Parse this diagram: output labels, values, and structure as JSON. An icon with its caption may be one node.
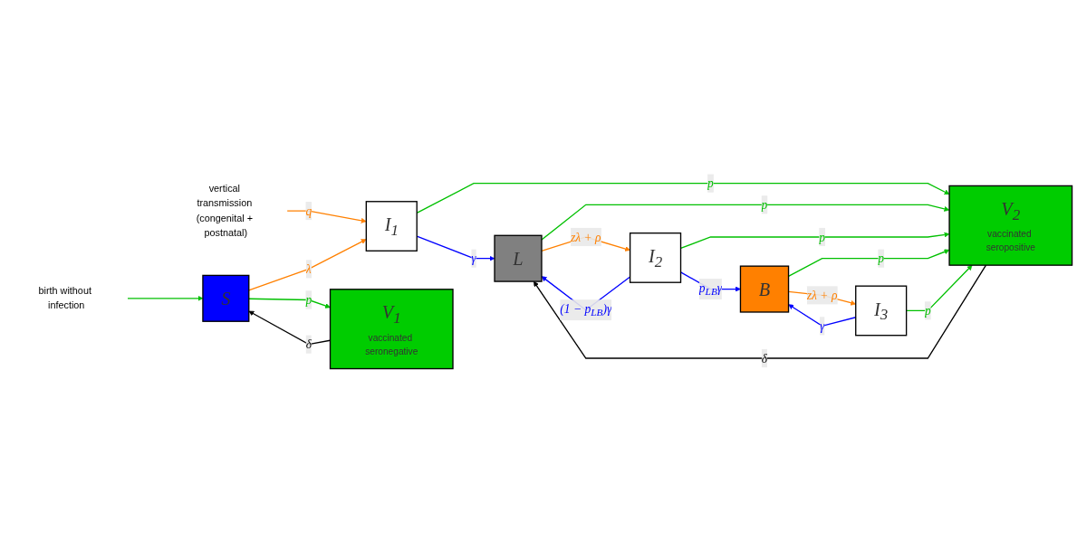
{
  "diagram": {
    "nodes": [
      {
        "text": [
          "birth without infection"
        ]
      },
      {
        "text": [
          "vertical transmission (congenital + postnatal)"
        ]
      },
      {
        "text": [
          "S"
        ]
      },
      {
        "text": [
          "I$_{1}$"
        ]
      },
      {
        "text": [
          "L"
        ]
      },
      {
        "text": [
          "I$_{2}$"
        ]
      },
      {
        "text": [
          "B"
        ]
      },
      {
        "text": [
          "I$_{3}$"
        ]
      },
      {
        "text": [
          "V$_{1}$",
          "vaccinated seronegative"
        ]
      },
      {
        "text": [
          "V$_{2}$",
          "vaccinated seropositive"
        ]
      }
    ],
    "edges": [
      {
        "from": 0,
        "to": 2,
        "arrow": "to"
      },
      {
        "from": 1,
        "to": 3,
        "arrow": "to",
        "label": "q",
        "color": "#ff8000"
      },
      {
        "from": 2,
        "to": 3,
        "arrow": "to",
        "label": "λ",
        "color": "#ff8000"
      },
      {
        "from": 3,
        "to": 4,
        "arrow": "to",
        "label": "γ",
        "color": "#0000ff"
      },
      {
        "from": 4,
        "to": 5,
        "arrow": "to",
        "label": "zλ + ρ",
        "color": "#ff8000"
      },
      {
        "from": 5,
        "to": 4,
        "arrow": "to",
        "label": "(1 − p$_{LB}$)γ",
        "color": "#0000ff"
      },
      {
        "from": 5,
        "to": 6,
        "arrow": "to",
        "label": "p$_{LB}$γ",
        "color": "#0000ff"
      },
      {
        "from": 6,
        "to": 7,
        "arrow": "to",
        "label": "zλ + ρ",
        "color": "#ff8000"
      },
      {
        "from": 7,
        "to": 6,
        "arrow": "to",
        "label": "γ",
        "color": "#0000ff"
      },
      {
        "from": 2,
        "to": 8,
        "arrow": "to",
        "label": "p"
      },
      {
        "from": 8,
        "to": 2,
        "arrow": "to",
        "label": "δ",
        "color": "#000000"
      },
      {
        "from": 3,
        "to": 9,
        "arrow": "to",
        "label": "p"
      },
      {
        "from": 4,
        "to": 9,
        "arrow": "to",
        "label": "p"
      },
      {
        "from": 9,
        "to": 4,
        "arrow": "to",
        "label": "δ",
        "color": "#000000"
      },
      {
        "from": 5,
        "to": 9,
        "arrow": "to",
        "label": "p"
      },
      {
        "from": 6,
        "to": 9,
        "arrow": "to",
        "label": "p"
      },
      {
        "from": 7,
        "to": 9,
        "arrow": "to",
        "label": "p"
      }
    ]
  }
}
